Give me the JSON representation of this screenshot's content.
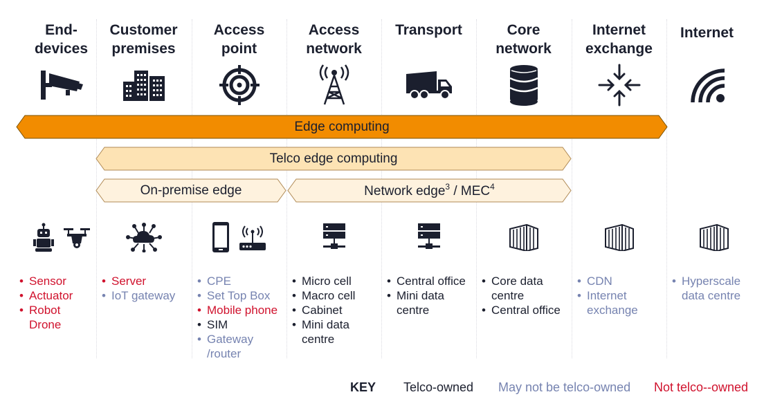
{
  "columns": [
    {
      "id": "end-devices",
      "title_lines": [
        "End-",
        "devices"
      ],
      "icon": "security-camera-icon"
    },
    {
      "id": "customer-premises",
      "title_lines": [
        "Customer",
        "premises"
      ],
      "icon": "buildings-icon"
    },
    {
      "id": "access-point",
      "title_lines": [
        "Access",
        "point"
      ],
      "icon": "target-icon"
    },
    {
      "id": "access-network",
      "title_lines": [
        "Access",
        "network"
      ],
      "icon": "radio-tower-icon"
    },
    {
      "id": "transport",
      "title_lines": [
        "Transport"
      ],
      "icon": "truck-icon"
    },
    {
      "id": "core-network",
      "title_lines": [
        "Core",
        "network"
      ],
      "icon": "database-icon"
    },
    {
      "id": "internet-exchange",
      "title_lines": [
        "Internet",
        "exchange"
      ],
      "icon": "converge-arrows-icon"
    },
    {
      "id": "internet",
      "title_lines": [
        "Internet"
      ],
      "icon": "wifi-icon"
    }
  ],
  "bars": {
    "edge": {
      "label": "Edge computing",
      "fill": "#f28c00"
    },
    "telco": {
      "label": "Telco edge computing",
      "fill": "#fde3b4"
    },
    "onprem": {
      "label": "On-premise edge",
      "fill": "#fef2de"
    },
    "network": {
      "label_prefix": "Network edge",
      "sup1": "3",
      "label_mid": " / MEC",
      "sup2": "4",
      "fill": "#fef2de"
    }
  },
  "device_icons": [
    [
      "robot-icon",
      "drone-icon"
    ],
    [
      "cloud-network-icon"
    ],
    [
      "mobile-phone-icon",
      "router-icon"
    ],
    [
      "server-icon"
    ],
    [
      "server-icon"
    ],
    [
      "data-centre-icon"
    ],
    [
      "data-centre-icon"
    ],
    [
      "data-centre-icon"
    ]
  ],
  "lists": [
    [
      {
        "text": "Sensor",
        "owner": "n",
        "bullet": true
      },
      {
        "text": "Actuator",
        "owner": "n",
        "bullet": true
      },
      {
        "text": "Robot",
        "owner": "n",
        "bullet": true
      },
      {
        "text": "Drone",
        "owner": "n",
        "bullet": false
      }
    ],
    [
      {
        "text": "Server",
        "owner": "n",
        "bullet": true
      },
      {
        "text": "IoT gateway",
        "owner": "m",
        "bullet": true
      }
    ],
    [
      {
        "text": "CPE",
        "owner": "m",
        "bullet": true
      },
      {
        "text": "Set Top Box",
        "owner": "m",
        "bullet": true
      },
      {
        "text": "Mobile phone",
        "owner": "n",
        "bullet": true
      },
      {
        "text": "SIM",
        "owner": "t",
        "bullet": true
      },
      {
        "text": "Gateway",
        "owner": "m",
        "bullet": true
      },
      {
        "text": "/router",
        "owner": "m",
        "bullet": false
      }
    ],
    [
      {
        "text": "Micro cell",
        "owner": "t",
        "bullet": true
      },
      {
        "text": "Macro cell",
        "owner": "t",
        "bullet": true
      },
      {
        "text": "Cabinet",
        "owner": "t",
        "bullet": true
      },
      {
        "text": "Mini data",
        "owner": "t",
        "bullet": true
      },
      {
        "text": "centre",
        "owner": "t",
        "bullet": false
      }
    ],
    [
      {
        "text": "Central office",
        "owner": "t",
        "bullet": true
      },
      {
        "text": "Mini data",
        "owner": "t",
        "bullet": true
      },
      {
        "text": "centre",
        "owner": "t",
        "bullet": false
      }
    ],
    [
      {
        "text": "Core data",
        "owner": "t",
        "bullet": true
      },
      {
        "text": "centre",
        "owner": "t",
        "bullet": false
      },
      {
        "text": "Central office",
        "owner": "t",
        "bullet": true
      }
    ],
    [
      {
        "text": "CDN",
        "owner": "m",
        "bullet": true
      },
      {
        "text": "Internet",
        "owner": "m",
        "bullet": true
      },
      {
        "text": "exchange",
        "owner": "m",
        "bullet": false
      }
    ],
    [
      {
        "text": "Hyperscale",
        "owner": "m",
        "bullet": true
      },
      {
        "text": "data centre",
        "owner": "m",
        "bullet": false
      }
    ]
  ],
  "key": {
    "label": "KEY",
    "telco_owned": "Telco-owned",
    "maybe_telco": "May not be telco-owned",
    "not_telco": "Not telco--owned"
  },
  "colors": {
    "telco_owned": "#1b1f2e",
    "maybe_telco": "#7683b0",
    "not_telco": "#d0122d",
    "icon": "#1b1f2e"
  }
}
